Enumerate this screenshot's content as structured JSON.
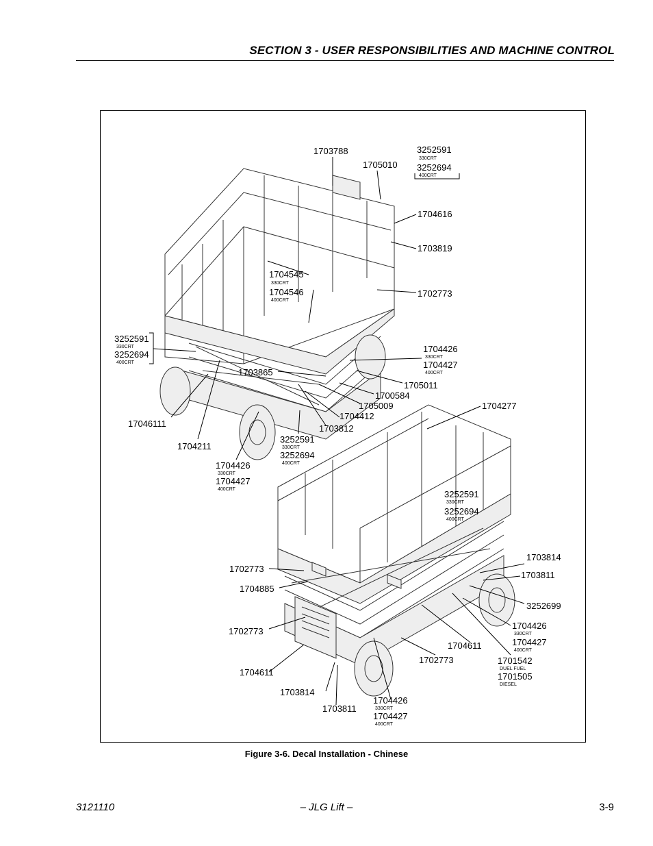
{
  "header": {
    "section_title": "SECTION 3 - USER RESPONSIBILITIES AND MACHINE CONTROL"
  },
  "figure": {
    "caption": "Figure 3-6.  Decal Installation - Chinese",
    "callouts": {
      "c1703788": "1703788",
      "c1705010": "1705010",
      "c3252591_top": "3252591",
      "c330_top": "330CRT",
      "c3252694_top": "3252694",
      "c400_top": "400CRT",
      "c1704616": "1704616",
      "c1703819": "1703819",
      "c1704545": "1704545",
      "c330_a": "330CRT",
      "c1704546": "1704546",
      "c400_a": "400CRT",
      "c1702773_a": "1702773",
      "c3252591_left": "3252591",
      "c330_left": "330CRT",
      "c3252694_left": "3252694",
      "c400_left": "400CRT",
      "c1704426_a": "1704426",
      "c330_b": "330CRT",
      "c1704427_a": "1704427",
      "c400_b": "400CRT",
      "c1703865": "1703865",
      "c1705011": "1705011",
      "c1700584": "1700584",
      "c1705009": "1705009",
      "c1704412": "1704412",
      "c1703812": "1703812",
      "c1704277": "1704277",
      "c17046111": "17046111",
      "c1704211": "1704211",
      "c3252591_mid": "3252591",
      "c330_mid": "330CRT",
      "c3252694_mid": "3252694",
      "c400_mid": "400CRT",
      "c1704426_b": "1704426",
      "c330_c": "330CRT",
      "c1704427_b": "1704427",
      "c400_c": "400CRT",
      "c3252591_r": "3252591",
      "c330_r": "330CRT",
      "c3252694_r": "3252694",
      "c400_r": "400CRT",
      "c1703814_a": "1703814",
      "c1703811_a": "1703811",
      "c1702773_b": "1702773",
      "c1704885": "1704885",
      "c3252699": "3252699",
      "c1702773_c": "1702773",
      "c1704426_c": "1704426",
      "c330_d": "330CRT",
      "c1704427_c": "1704427",
      "c400_d": "400CRT",
      "c1704611_a": "1704611",
      "c1702773_d": "1702773",
      "c1701542": "1701542",
      "c_duel": "DUEL FUEL",
      "c1701505": "1701505",
      "c_diesel": "DIESEL",
      "c1704611_b": "1704611",
      "c1703814_b": "1703814",
      "c1703811_b": "1703811",
      "c1704426_d": "1704426",
      "c330_e": "330CRT",
      "c1704427_d": "1704427",
      "c400_e": "400CRT"
    }
  },
  "footer": {
    "doc_number": "3121110",
    "publisher": "– JLG Lift –",
    "page": "3-9"
  }
}
